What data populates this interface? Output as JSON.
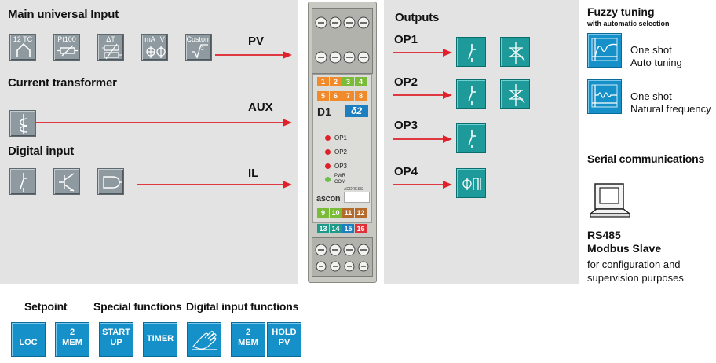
{
  "main_input": {
    "title": "Main universal Input",
    "buttons": [
      {
        "label": "12 TC",
        "icon": "thermocouple-icon"
      },
      {
        "label": "Pt100",
        "icon": "pt100-resistor-icon"
      },
      {
        "label": "ΔT",
        "icon": "delta-t-icon"
      },
      {
        "label": "mA  V",
        "icon": "ma-v-icon"
      },
      {
        "label": "Custom",
        "icon": "custom-curve-icon"
      }
    ],
    "signal": "PV"
  },
  "current_transformer": {
    "title": "Current transformer",
    "signal": "AUX",
    "icon": "current-transformer-icon"
  },
  "digital_input": {
    "title": "Digital input",
    "signal": "IL",
    "icons": [
      "switch-contact-icon",
      "transistor-icon",
      "logic-gate-icon"
    ]
  },
  "device": {
    "model": "D1",
    "model_badge": "δ2",
    "brand": "ascon",
    "address_label": "ADDRESS",
    "terminals_top": [
      "1",
      "2",
      "3",
      "4",
      "5",
      "6",
      "7",
      "8"
    ],
    "terminals_bottom": [
      "9",
      "10",
      "11",
      "12",
      "13",
      "14",
      "15",
      "16"
    ],
    "leds": [
      "OP1",
      "OP2",
      "OP3"
    ],
    "pwr_label": "PWR",
    "com_label": "COM"
  },
  "outputs": {
    "title": "Outputs",
    "items": [
      {
        "label": "OP1",
        "icons": [
          "relay-icon",
          "triac-icon"
        ]
      },
      {
        "label": "OP2",
        "icons": [
          "relay-icon",
          "triac-icon"
        ]
      },
      {
        "label": "OP3",
        "icons": [
          "relay-icon"
        ]
      },
      {
        "label": "OP4",
        "icons": [
          "ssr-pulse-icon"
        ]
      }
    ]
  },
  "fuzzy": {
    "title": "Fuzzy tuning",
    "subtitle": "with automatic selection",
    "items": [
      {
        "line1": "One shot",
        "line2": "Auto tuning",
        "icon": "auto-tuning-icon"
      },
      {
        "line1": "One shot",
        "line2": "Natural frequency",
        "icon": "natural-frequency-icon"
      }
    ]
  },
  "serial": {
    "title": "Serial communications",
    "protocol1": "RS485",
    "protocol2": "Modbus Slave",
    "desc1": "for configuration and",
    "desc2": "supervision purposes",
    "icon": "computer-terminal-icon"
  },
  "bottom": {
    "setpoint_title": "Setpoint",
    "special_title": "Special functions",
    "digital_title": "Digital input functions",
    "setpoint_buttons": [
      {
        "l1": "",
        "l2": "LOC"
      },
      {
        "l1": "2",
        "l2": "MEM"
      }
    ],
    "special_buttons": [
      {
        "l1": "START",
        "l2": "UP"
      },
      {
        "l1": "",
        "l2": "TIMER"
      }
    ],
    "digital_buttons": [
      {
        "l1": "",
        "l2": "",
        "icon": "hand-icon"
      },
      {
        "l1": "2",
        "l2": "MEM"
      },
      {
        "l1": "HOLD",
        "l2": "PV"
      }
    ]
  },
  "colors": {
    "panel": "#e3e3e3",
    "arrow": "#e0202a",
    "grey_button": "#8e9aa0",
    "teal_button": "#1e9a9a",
    "blue_button": "#1590c8"
  }
}
